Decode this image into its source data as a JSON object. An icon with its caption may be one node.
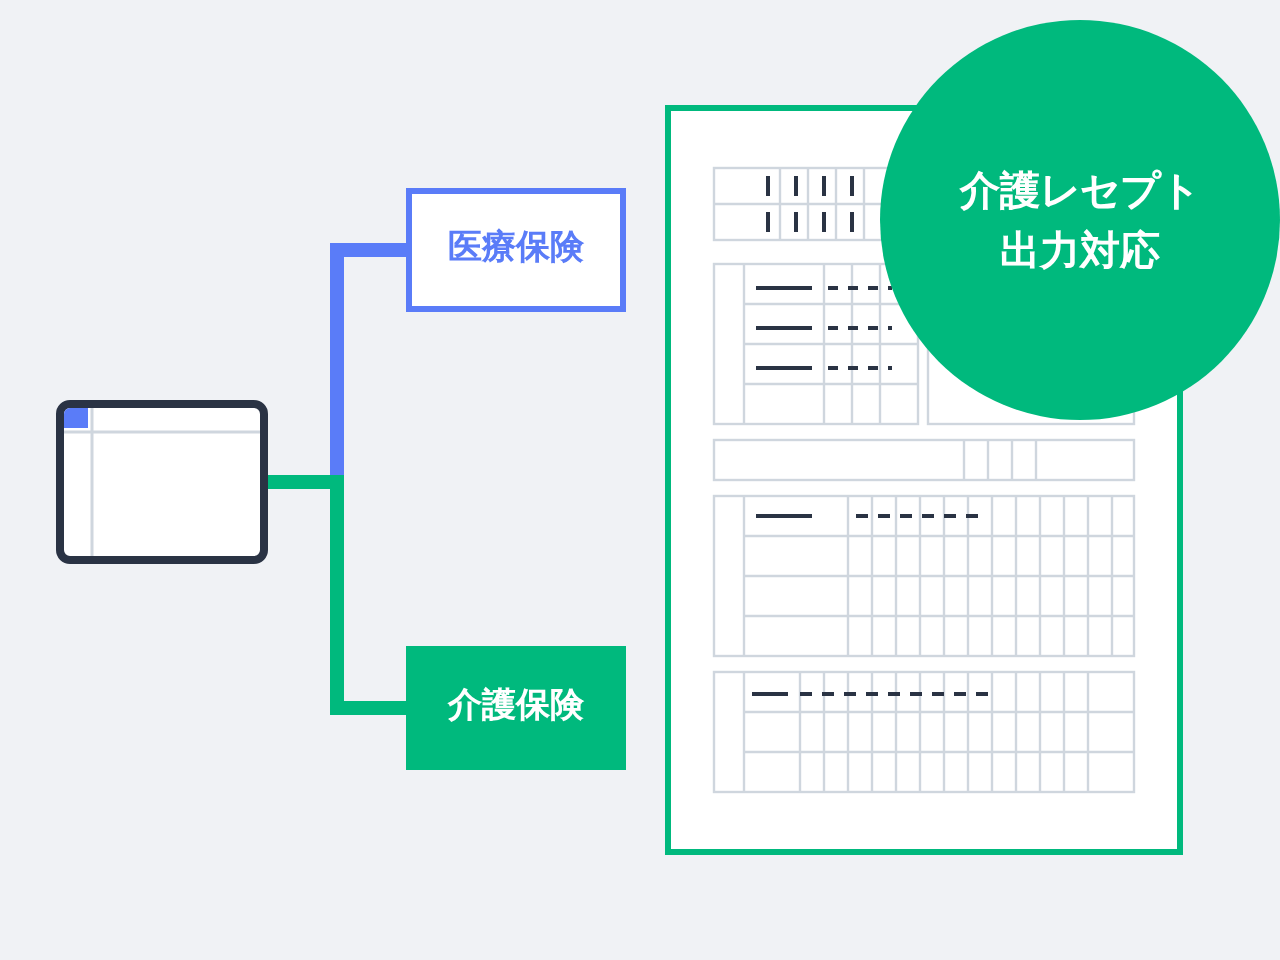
{
  "diagram": {
    "nodes": [
      {
        "text": [],
        "shape": "picture"
      },
      {
        "text": [
          "医療保険"
        ]
      },
      {
        "text": [
          "介護保険"
        ]
      },
      {
        "text": [
          "介護レセプト出力対応"
        ]
      }
    ],
    "edges": [
      {
        "from": 0,
        "to": 1,
        "arrow": "none",
        "color": "#5a7cf8"
      },
      {
        "from": 0,
        "to": 2,
        "arrow": "none",
        "color": "#00b97d"
      }
    ]
  }
}
